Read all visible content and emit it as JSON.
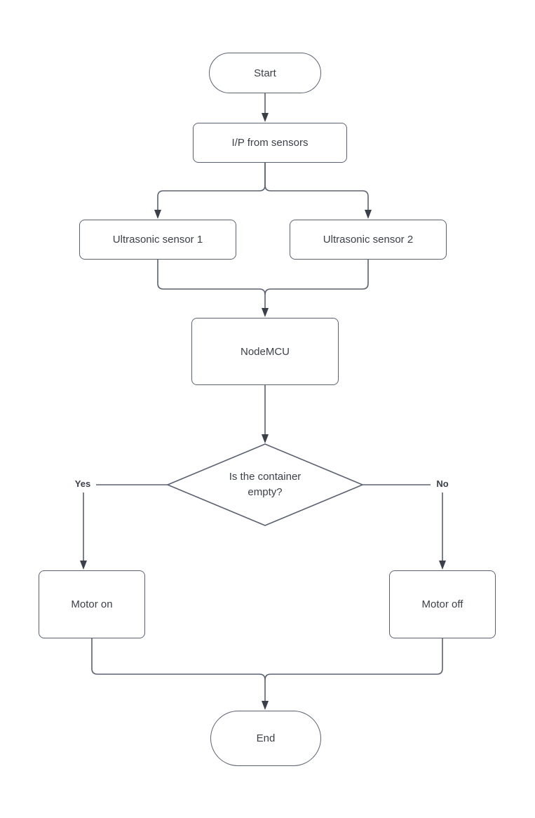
{
  "flowchart": {
    "nodes": {
      "start": "Start",
      "input": "I/P from sensors",
      "ultrasonic1": "Ultrasonic sensor 1",
      "ultrasonic2": "Ultrasonic sensor 2",
      "nodemcu": "NodeMCU",
      "decision": "Is the container empty?",
      "motor_on": "Motor on",
      "motor_off": "Motor off",
      "end": "End"
    },
    "edge_labels": {
      "yes": "Yes",
      "no": "No"
    },
    "connections": [
      {
        "from": "start",
        "to": "input"
      },
      {
        "from": "input",
        "to": "ultrasonic1"
      },
      {
        "from": "input",
        "to": "ultrasonic2"
      },
      {
        "from": "ultrasonic1",
        "to": "nodemcu"
      },
      {
        "from": "ultrasonic2",
        "to": "nodemcu"
      },
      {
        "from": "nodemcu",
        "to": "decision"
      },
      {
        "from": "decision",
        "to": "motor_on",
        "label": "Yes"
      },
      {
        "from": "decision",
        "to": "motor_off",
        "label": "No"
      },
      {
        "from": "motor_on",
        "to": "end"
      },
      {
        "from": "motor_off",
        "to": "end"
      }
    ],
    "colors": {
      "stroke": "#5a6170",
      "arrow": "#3a4049",
      "text": "#3b4049",
      "background": "#ffffff"
    }
  }
}
